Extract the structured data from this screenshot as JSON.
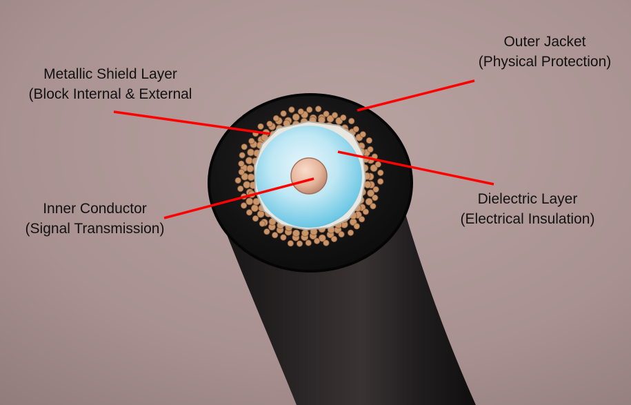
{
  "labels": {
    "outer_jacket": {
      "title": "Outer Jacket",
      "subtitle": "(Physical Protection)"
    },
    "metallic_shield": {
      "title": "Metallic Shield Layer",
      "subtitle": "(Block Internal & External"
    },
    "dielectric": {
      "title": "Dielectric Layer",
      "subtitle": "(Electrical Insulation)"
    },
    "inner_conductor": {
      "title": "Inner Conductor",
      "subtitle": "(Signal Transmission)"
    }
  },
  "colors": {
    "background": "#a99190",
    "pointer_line": "#ff0000",
    "jacket": "#141414",
    "shield_braid": "#c99468",
    "dielectric": "#8ad3ea",
    "conductor": "#e8b9a0",
    "label_text": "#111111"
  }
}
